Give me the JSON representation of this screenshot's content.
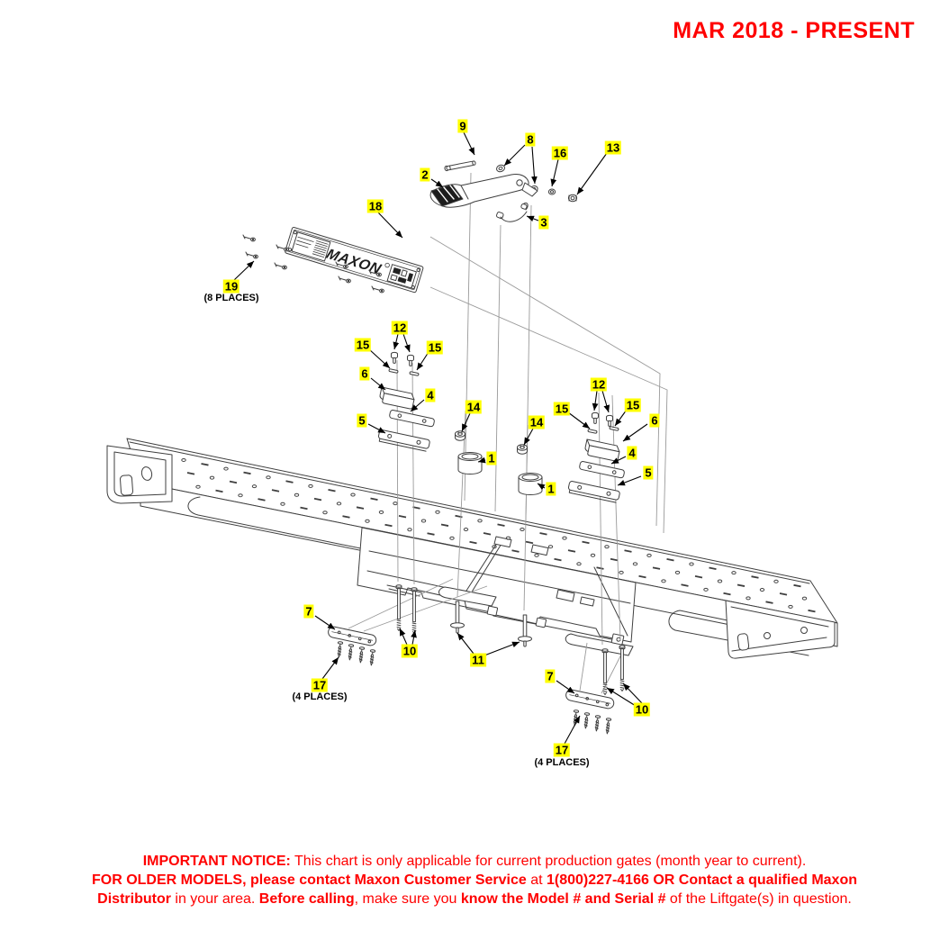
{
  "header": {
    "date_range": "MAR 2018 - PRESENT",
    "color": "#ff0000"
  },
  "diagram": {
    "plate_logo": "MAXON",
    "highlight_color": "#ffff00",
    "callouts": [
      {
        "key": "c9",
        "label": "9"
      },
      {
        "key": "c8",
        "label": "8"
      },
      {
        "key": "c16",
        "label": "16"
      },
      {
        "key": "c13",
        "label": "13"
      },
      {
        "key": "c2",
        "label": "2"
      },
      {
        "key": "c3",
        "label": "3"
      },
      {
        "key": "c18",
        "label": "18"
      },
      {
        "key": "c19",
        "label": "19",
        "note": "(8 PLACES)"
      },
      {
        "key": "c12L",
        "label": "12"
      },
      {
        "key": "c15La",
        "label": "15"
      },
      {
        "key": "c15Lb",
        "label": "15"
      },
      {
        "key": "c6L",
        "label": "6"
      },
      {
        "key": "c4L",
        "label": "4"
      },
      {
        "key": "c5L",
        "label": "5"
      },
      {
        "key": "c14L",
        "label": "14"
      },
      {
        "key": "c1L",
        "label": "1"
      },
      {
        "key": "c14R",
        "label": "14"
      },
      {
        "key": "c1R",
        "label": "1"
      },
      {
        "key": "c12R",
        "label": "12"
      },
      {
        "key": "c15Ra",
        "label": "15"
      },
      {
        "key": "c15Rb",
        "label": "15"
      },
      {
        "key": "c6R",
        "label": "6"
      },
      {
        "key": "c4R",
        "label": "4"
      },
      {
        "key": "c5R",
        "label": "5"
      },
      {
        "key": "c7L",
        "label": "7"
      },
      {
        "key": "c10L",
        "label": "10"
      },
      {
        "key": "c11",
        "label": "11"
      },
      {
        "key": "c17L",
        "label": "17",
        "note": "(4 PLACES)"
      },
      {
        "key": "c7R",
        "label": "7"
      },
      {
        "key": "c10R",
        "label": "10"
      },
      {
        "key": "c17R",
        "label": "17",
        "note": "(4 PLACES)"
      }
    ]
  },
  "notice": {
    "color": "#ff0000",
    "lines": [
      [
        {
          "t": "IMPORTANT NOTICE:",
          "b": true
        },
        {
          "t": " This chart is only applicable for current production gates (month year to current).",
          "b": false
        }
      ],
      [
        {
          "t": "FOR OLDER MODELS, please contact Maxon Customer Service",
          "b": true
        },
        {
          "t": " at ",
          "b": false
        },
        {
          "t": "1(800)227-4166 OR Contact a qualified Maxon",
          "b": true
        }
      ],
      [
        {
          "t": "Distributor",
          "b": true
        },
        {
          "t": " in your area. ",
          "b": false
        },
        {
          "t": "Before calling",
          "b": true
        },
        {
          "t": ", make sure you ",
          "b": false
        },
        {
          "t": "know the Model # and Serial #",
          "b": true
        },
        {
          "t": " of the Liftgate(s) in question.",
          "b": false
        }
      ]
    ]
  }
}
